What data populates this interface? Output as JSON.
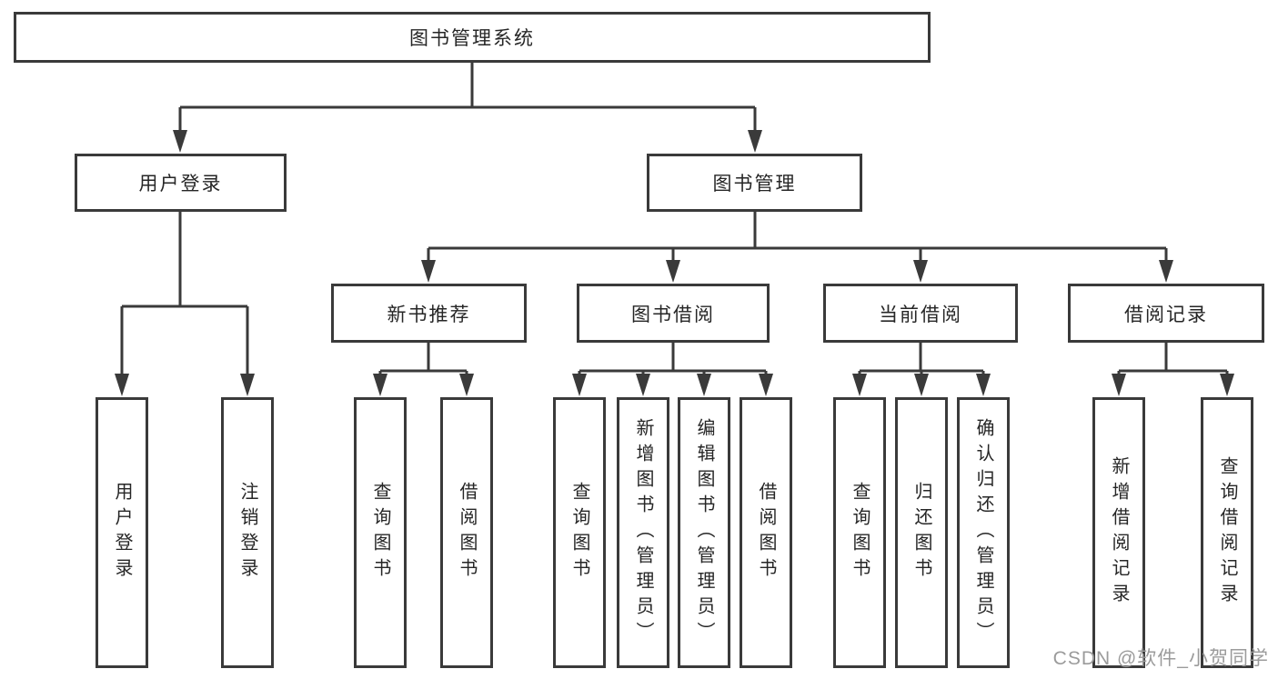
{
  "colors": {
    "line": "#3a3a3a",
    "box_border": "#3a3a3a",
    "box_background": "#ffffff",
    "text": "#262626",
    "watermark": "#9b9b9b",
    "page_background": "#ffffff"
  },
  "watermark": {
    "text": "CSDN @软件_小贺同学"
  },
  "tree": {
    "root": {
      "label": "图书管理系统"
    },
    "branches": [
      {
        "label": "用户登录",
        "children": [
          {
            "label": "用户登录"
          },
          {
            "label": "注销登录"
          }
        ]
      },
      {
        "label": "图书管理",
        "children": [
          {
            "label": "新书推荐",
            "children": [
              {
                "label": "查询图书"
              },
              {
                "label": "借阅图书"
              }
            ]
          },
          {
            "label": "图书借阅",
            "children": [
              {
                "label": "查询图书"
              },
              {
                "label": "新增图书（管理员）"
              },
              {
                "label": "编辑图书（管理员）"
              },
              {
                "label": "借阅图书"
              }
            ]
          },
          {
            "label": "当前借阅",
            "children": [
              {
                "label": "查询图书"
              },
              {
                "label": "归还图书"
              },
              {
                "label": "确认归还（管理员）"
              }
            ]
          },
          {
            "label": "借阅记录",
            "children": [
              {
                "label": "新增借阅记录"
              },
              {
                "label": "查询借阅记录"
              }
            ]
          }
        ]
      }
    ]
  }
}
